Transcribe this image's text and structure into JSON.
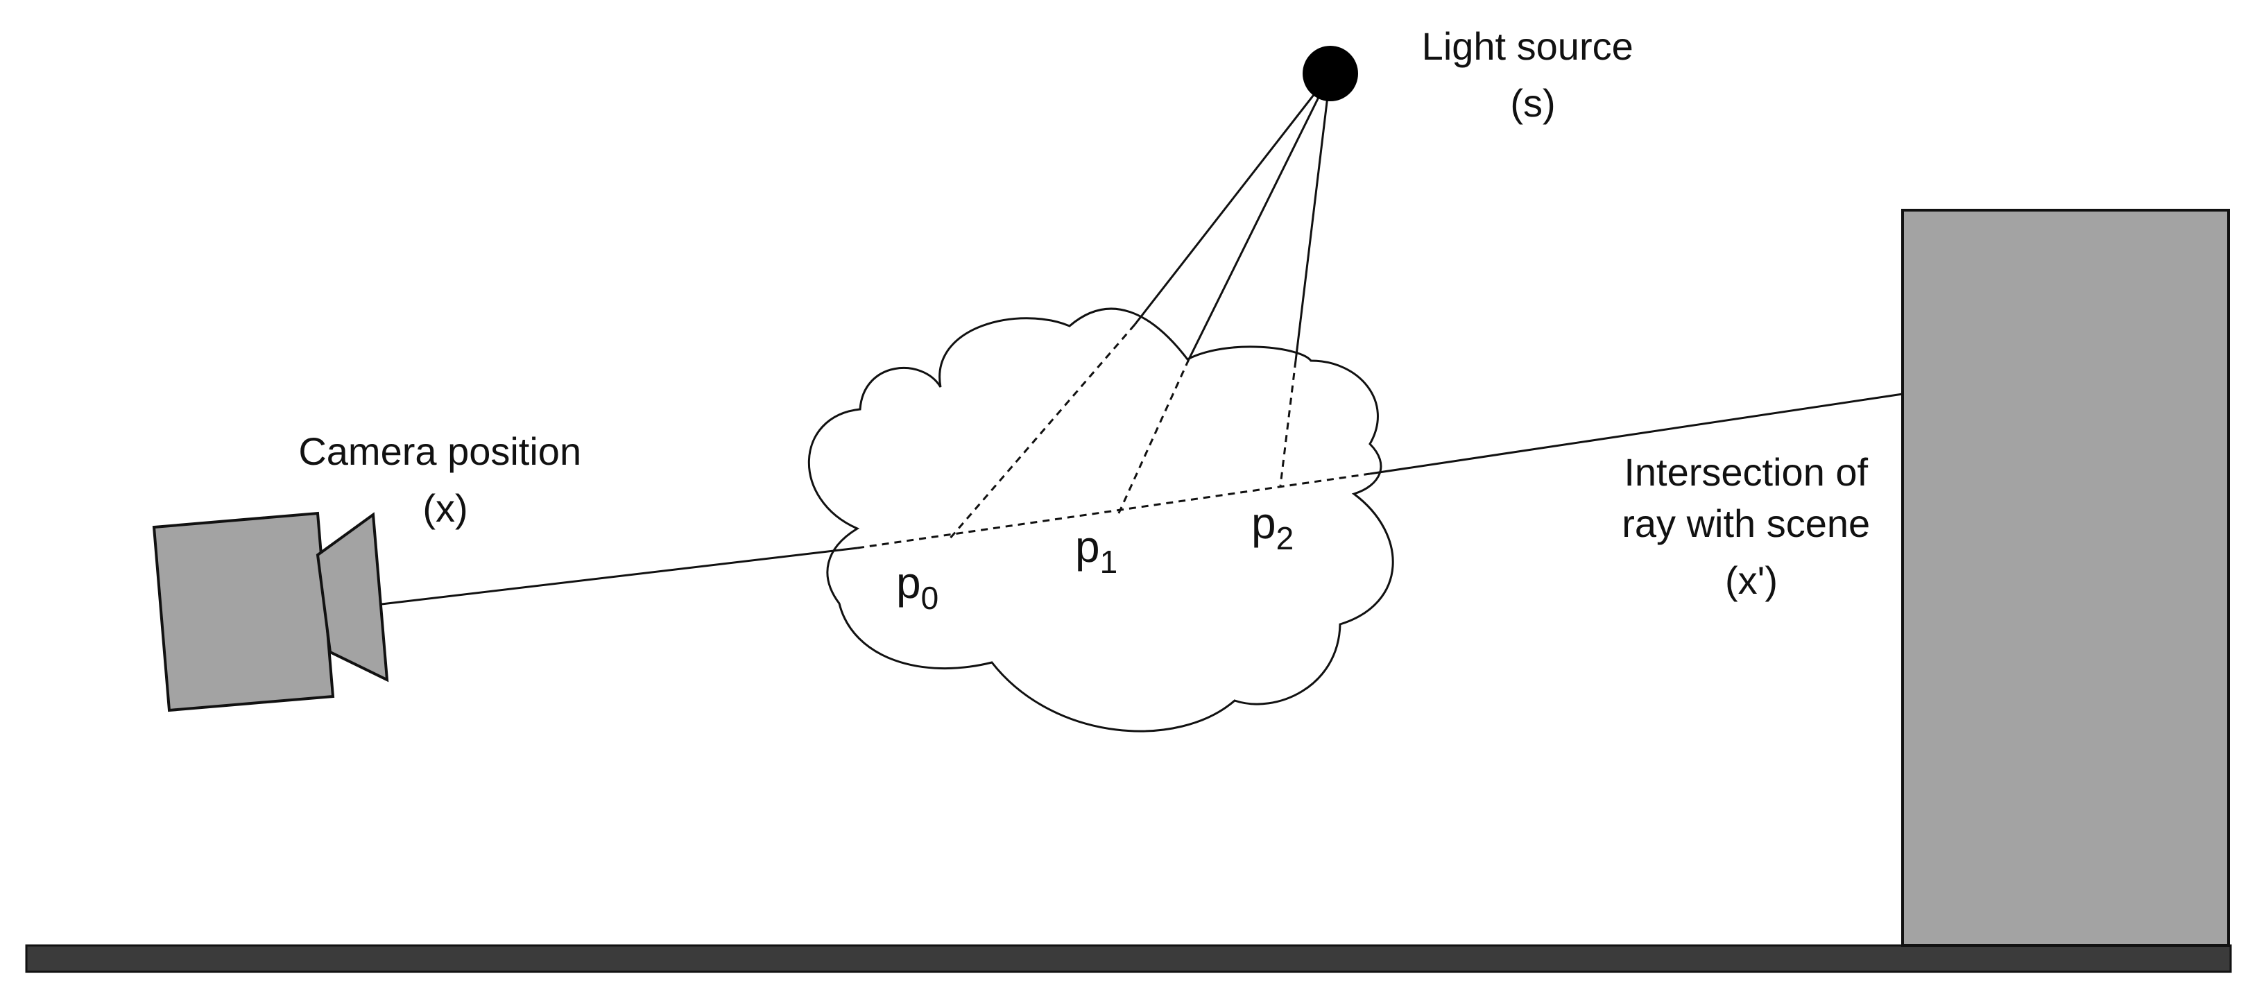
{
  "labels": {
    "light_source": {
      "line1": "Light source",
      "line2": "(s)"
    },
    "camera": {
      "line1": "Camera position",
      "line2": "(x)"
    },
    "intersection": {
      "line1": "Intersection of",
      "line2": "ray with scene",
      "line3": "(x')"
    }
  },
  "sample_points": [
    {
      "base": "p",
      "sub": "0"
    },
    {
      "base": "p",
      "sub": "1"
    },
    {
      "base": "p",
      "sub": "2"
    }
  ],
  "colors": {
    "stroke": "#111111",
    "gray_fill": "#a3a3a3",
    "floor": "#3b3b3b",
    "light": "#000000"
  }
}
